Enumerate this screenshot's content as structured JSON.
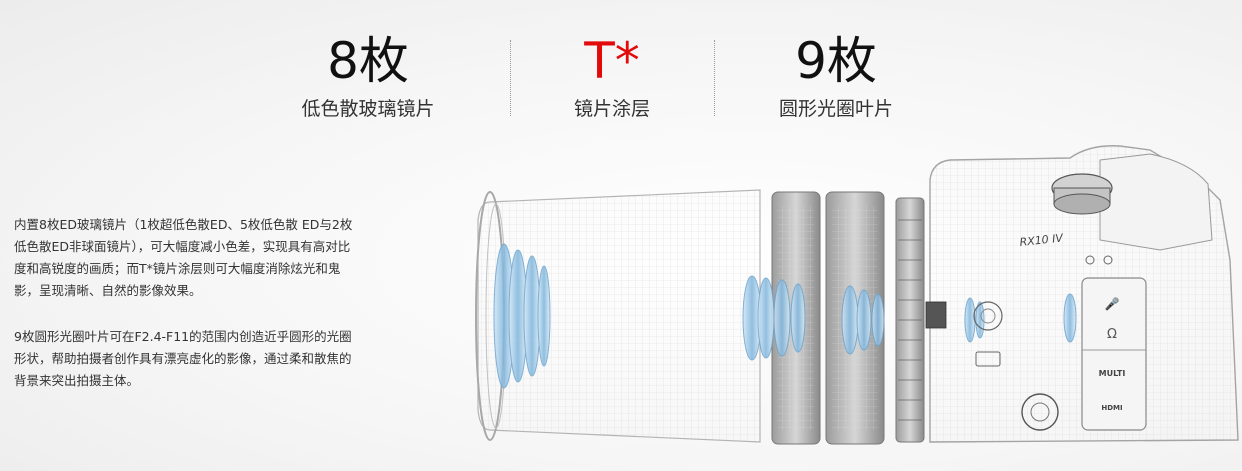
{
  "stats": [
    {
      "value": "8枚",
      "label": "低色散玻璃镜片",
      "color": "#111111"
    },
    {
      "value": "T*",
      "label": "镜片涂层",
      "color": "#e20a0a"
    },
    {
      "value": "9枚",
      "label": "圆形光圈叶片",
      "color": "#111111"
    }
  ],
  "description": {
    "paragraph1": "内置8枚ED玻璃镜片（1枚超低色散ED、5枚低色散 ED与2枚低色散ED非球面镜片），可大幅度减小色差，实现具有高对比度和高锐度的画质；而T*镜片涂层则可大幅度消除炫光和鬼影，呈现清晰、自然的影像效果。",
    "paragraph2": "9枚圆形光圈叶片可在F2.4-F11的范围内创造近乎圆形的光圈形状，帮助拍摄者创作具有漂亮虚化的影像，通过柔和散焦的背景来突出拍摄主体。"
  },
  "camera": {
    "model": "RX10 IV",
    "buttons": {
      "multi": "MULTI",
      "hdmi": "HDMI"
    }
  }
}
